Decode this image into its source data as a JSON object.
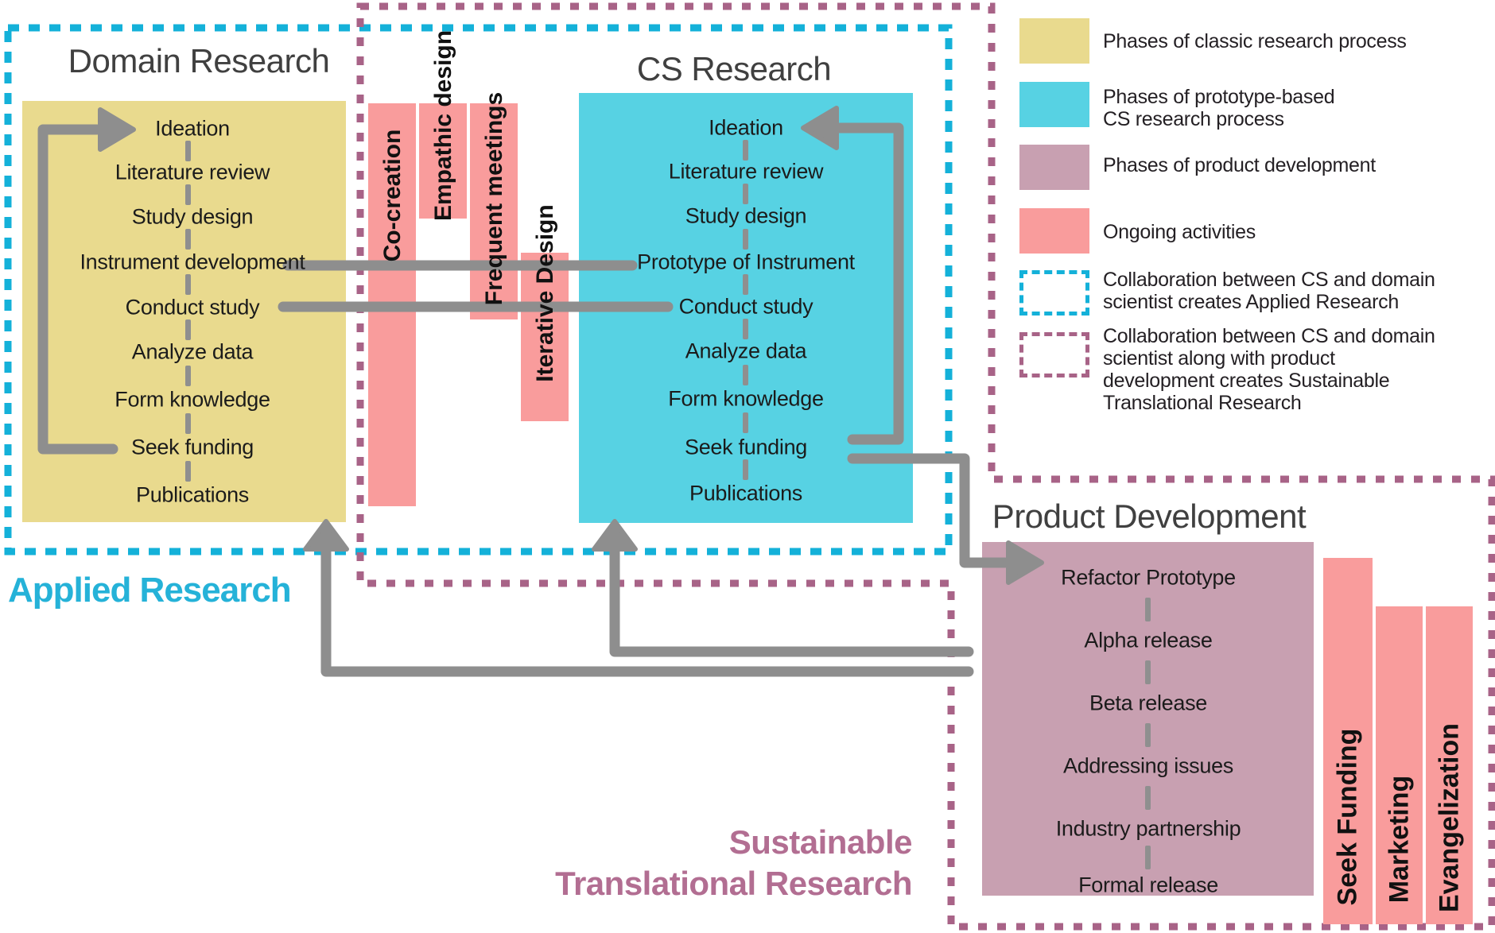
{
  "sections": {
    "domain_research": {
      "title": "Domain Research",
      "phases": [
        "Ideation",
        "Literature review",
        "Study design",
        "Instrument development",
        "Conduct study",
        "Analyze data",
        "Form knowledge",
        "Seek funding",
        "Publications"
      ]
    },
    "cs_research": {
      "title": "CS Research",
      "phases": [
        "Ideation",
        "Literature review",
        "Study design",
        "Prototype of Instrument",
        "Conduct study",
        "Analyze data",
        "Form knowledge",
        "Seek funding",
        "Publications"
      ]
    },
    "product_development": {
      "title": "Product Development",
      "phases": [
        "Refactor Prototype",
        "Alpha release",
        "Beta release",
        "Addressing issues",
        "Industry partnership",
        "Formal release"
      ]
    }
  },
  "ongoing_activities": {
    "bridge_bars": [
      "Co-creation",
      "Empathic design",
      "Frequent meetings",
      "Iterative Design"
    ],
    "product_bars": [
      "Seek Funding",
      "Marketing",
      "Evangelization"
    ]
  },
  "region_labels": {
    "applied_research": "Applied Research",
    "sustainable_line1": "Sustainable",
    "sustainable_line2": "Translational Research"
  },
  "legend": {
    "items": [
      {
        "swatch": "yellow-solid",
        "label": "Phases of classic research process"
      },
      {
        "swatch": "cyan-solid",
        "label": "Phases of prototype-based\nCS research process"
      },
      {
        "swatch": "mauve-solid",
        "label": "Phases of product development"
      },
      {
        "swatch": "pink-solid",
        "label": "Ongoing activities"
      },
      {
        "swatch": "cyan-dashed",
        "label": "Collaboration between CS and domain\nscientist creates Applied Research"
      },
      {
        "swatch": "mauve-dashed",
        "label": "Collaboration between CS and domain\nscientist along with product\ndevelopment creates Sustainable\nTranslational Research"
      }
    ]
  },
  "colors": {
    "classic_phase_fill": "#e9da8e",
    "cs_phase_fill": "#57d2e3",
    "product_phase_fill": "#c8a0b1",
    "ongoing_fill": "#f99c9c",
    "applied_boundary": "#14b1d9",
    "sustainable_boundary": "#a86387",
    "applied_text": "#25b2d8",
    "sustainable_text": "#b26e92",
    "connector_gray": "#8e8e8e"
  }
}
